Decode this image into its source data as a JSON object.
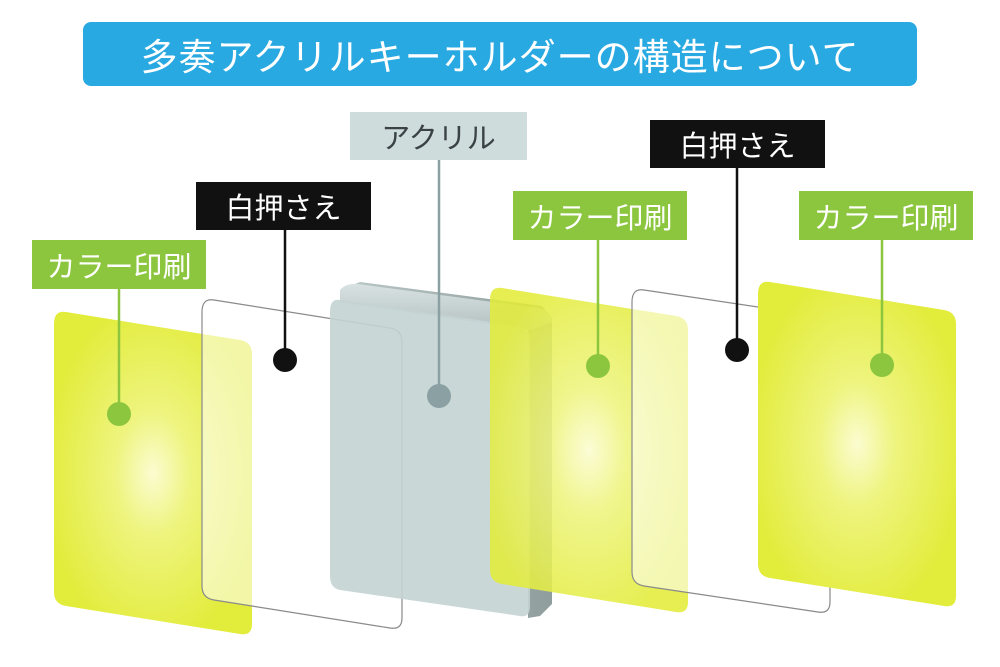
{
  "title": "多奏アクリルキーホルダーの構造について",
  "labels": {
    "color_print_1": "カラー印刷",
    "white_backing_1": "白押さえ",
    "acrylic": "アクリル",
    "color_print_2": "カラー印刷",
    "white_backing_2": "白押さえ",
    "color_print_3": "カラー印刷"
  },
  "colors": {
    "title_bg": "#29a9e1",
    "color_print_label": "#8cc63f",
    "white_backing_label": "#111111",
    "acrylic_label": "#cfdcdc",
    "color_layer": "#e4ee3c",
    "acrylic_block": "#c4d3d3",
    "marker_green": "#8cc63f",
    "marker_black": "#111111",
    "marker_gray": "#8aa0a3"
  }
}
